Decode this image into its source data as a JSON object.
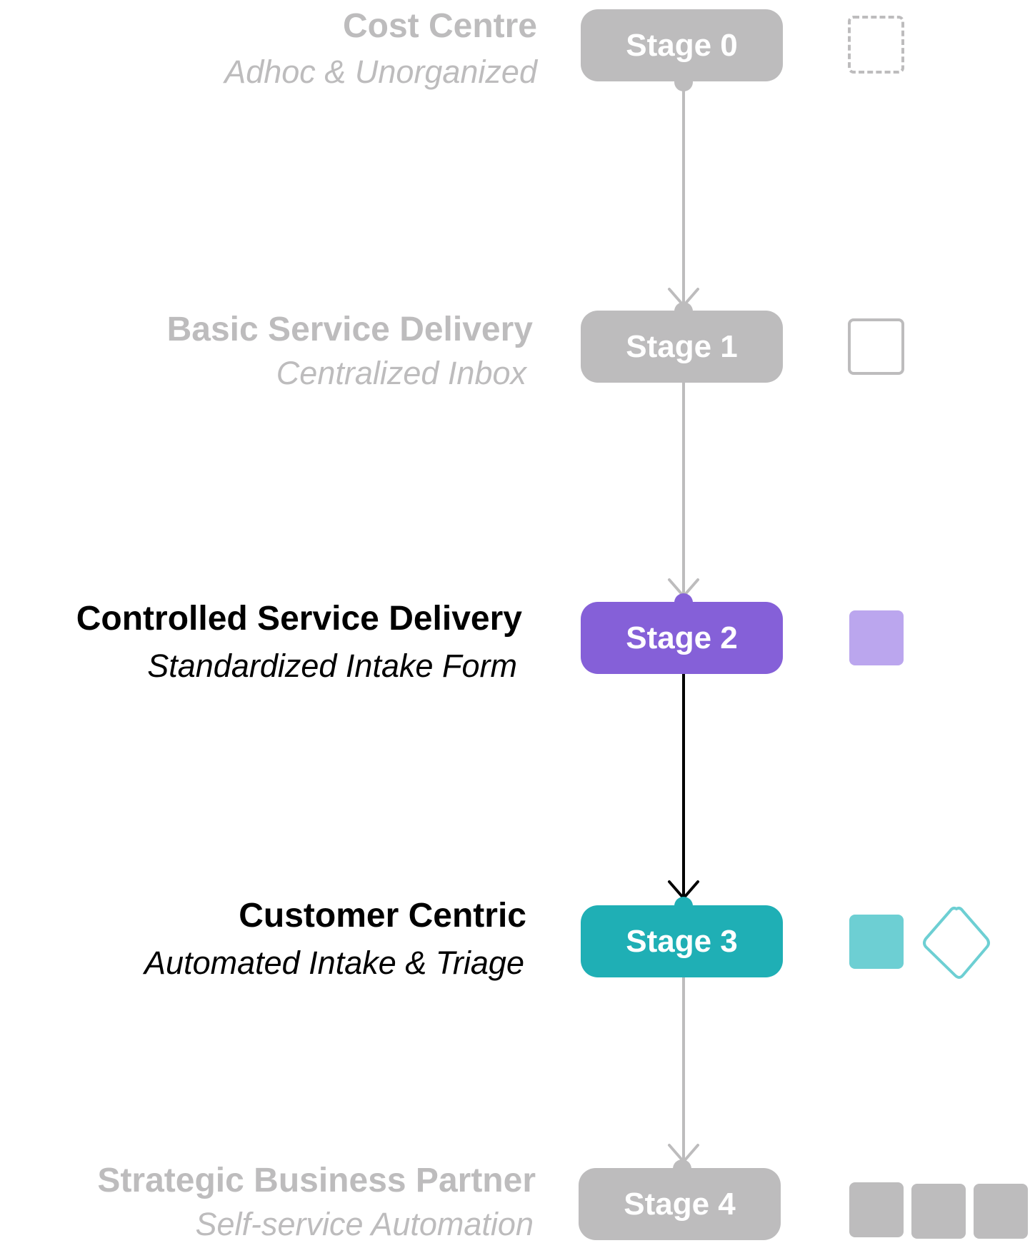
{
  "colors": {
    "muted": "#bdbcbd",
    "stage2": "#8560d8",
    "stage3": "#1fafb5",
    "stage2_icon": "#bba6ee",
    "stage3_icon": "#6dcfd3",
    "active_arrow": "#000000"
  },
  "stages": [
    {
      "label": "Stage 0",
      "title": "Cost Centre",
      "subtitle": "Adhoc & Unorganized",
      "icon": "dashed-square-icon",
      "state": "muted"
    },
    {
      "label": "Stage 1",
      "title": "Basic Service Delivery",
      "subtitle": "Centralized Inbox",
      "icon": "outline-square-icon",
      "state": "muted"
    },
    {
      "label": "Stage 2",
      "title": "Controlled Service Delivery",
      "subtitle": "Standardized Intake Form",
      "icon": "filled-square-icon",
      "state": "active"
    },
    {
      "label": "Stage 3",
      "title": "Customer Centric",
      "subtitle": "Automated Intake & Triage",
      "icon": "square-and-diamond-icon",
      "state": "active"
    },
    {
      "label": "Stage 4",
      "title": "Strategic Business Partner",
      "subtitle": "Self-service Automation",
      "icon": "three-squares-icon",
      "state": "muted"
    }
  ]
}
